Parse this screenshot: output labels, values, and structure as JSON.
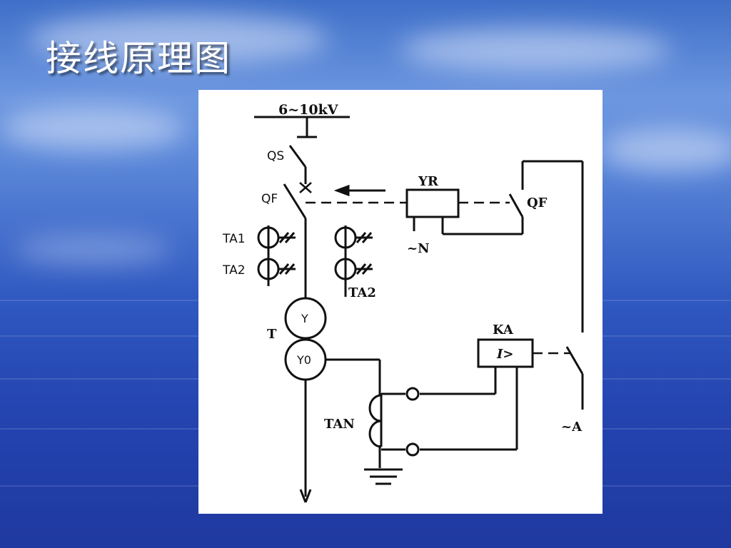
{
  "slide": {
    "title": "接线原理图"
  },
  "diagram": {
    "bus_voltage": "6~10kV",
    "labels": {
      "qs": "QS",
      "qf": "QF",
      "ta1": "TA1",
      "ta2": "TA2",
      "ta2_right": "TA2",
      "yr": "YR",
      "qf_right": "QF",
      "n_supply": "~N",
      "transformer": "T",
      "winding_primary": "Y",
      "winding_secondary": "Y0",
      "ka": "KA",
      "ka_symbol": "I>",
      "tan": "TAN",
      "a_supply": "~A"
    }
  }
}
